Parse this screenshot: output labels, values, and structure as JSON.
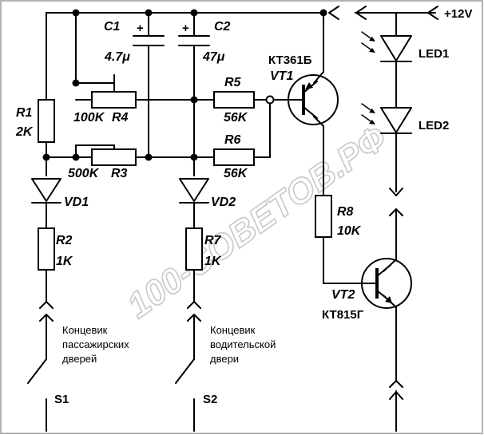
{
  "diagram": {
    "supply_label": "+12V",
    "watermark": "100-СОВЕТОВ.РФ",
    "components": {
      "c1": {
        "name": "C1",
        "value": "4.7μ"
      },
      "c2": {
        "name": "C2",
        "value": "47μ"
      },
      "r1": {
        "name": "R1",
        "value": "2K"
      },
      "r2": {
        "name": "R2",
        "value": "1K"
      },
      "r3": {
        "name": "R3",
        "value": "500K"
      },
      "r4": {
        "name": "R4",
        "value": "100K"
      },
      "r5": {
        "name": "R5",
        "value": "56K"
      },
      "r6": {
        "name": "R6",
        "value": "56K"
      },
      "r7": {
        "name": "R7",
        "value": "1K"
      },
      "r8": {
        "name": "R8",
        "value": "10K"
      },
      "vd1": {
        "name": "VD1"
      },
      "vd2": {
        "name": "VD2"
      },
      "vt1": {
        "name": "VT1",
        "model": "КТ361Б"
      },
      "vt2": {
        "name": "VT2",
        "model": "КТ815Г"
      },
      "led1": {
        "name": "LED1"
      },
      "led2": {
        "name": "LED2"
      },
      "s1": {
        "name": "S1",
        "note": [
          "Концевик",
          "пассажирских",
          "дверей"
        ]
      },
      "s2": {
        "name": "S2",
        "note": [
          "Концевик",
          "водительской",
          "двери"
        ]
      }
    }
  }
}
